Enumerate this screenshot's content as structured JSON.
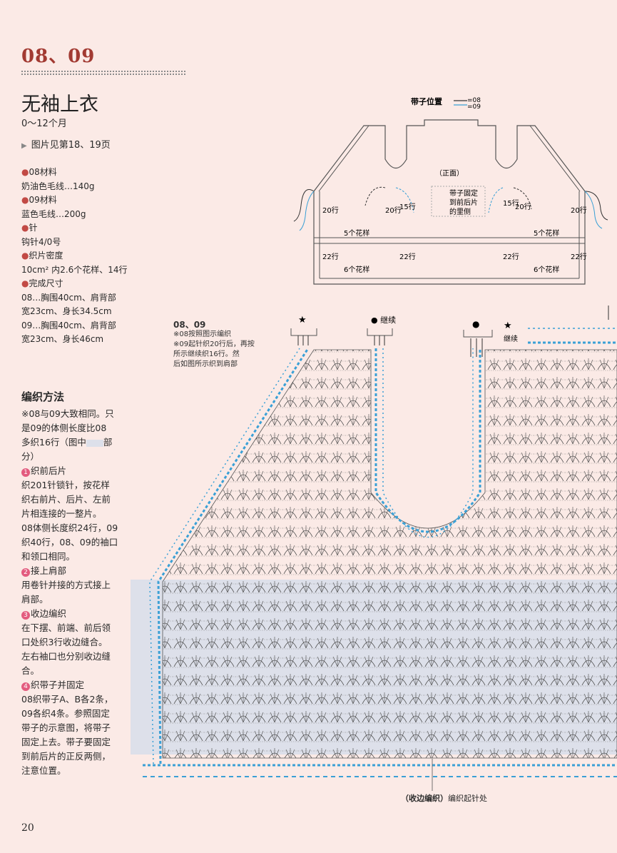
{
  "header": {
    "title_num": "08、09"
  },
  "product": {
    "title": "无袖上衣",
    "size": "0～12个月",
    "ref": "图片见第18、19页"
  },
  "materials": [
    {
      "bullet": true,
      "text": "08材料"
    },
    {
      "bullet": false,
      "text": "奶油色毛线…140g"
    },
    {
      "bullet": true,
      "text": "09材料"
    },
    {
      "bullet": false,
      "text": "蓝色毛线…200g"
    },
    {
      "bullet": true,
      "text": "针"
    },
    {
      "bullet": false,
      "text": "钩针4/0号"
    },
    {
      "bullet": true,
      "text": "织片密度"
    },
    {
      "bullet": false,
      "text": "10cm² 内2.6个花样、14行"
    },
    {
      "bullet": true,
      "text": "完成尺寸"
    },
    {
      "bullet": false,
      "text": "08…胸围40cm、肩背部"
    },
    {
      "bullet": false,
      "text": "宽23cm、身长34.5cm"
    },
    {
      "bullet": false,
      "text": "09…胸围40cm、肩背部"
    },
    {
      "bullet": false,
      "text": "宽23cm、身长46cm"
    }
  ],
  "method": {
    "heading": "编织方法",
    "intro1": "※08与09大致相同。只",
    "intro2": "是09的体侧长度比08",
    "intro3a": "多织16行（图中",
    "intro3b": "部",
    "intro4": "分）",
    "step1_title": "织前后片",
    "step1_lines": [
      "织201针锁针，按花样",
      "织右前片、后片、左前",
      "片相连接的一整片。",
      "08体侧长度织24行，09",
      "织40行，08、09的袖口",
      "和领口相同。"
    ],
    "step2_title": "接上肩部",
    "step2_lines": [
      "用卷针并接的方式接上",
      "肩部。"
    ],
    "step3_title": "收边编织",
    "step3_lines": [
      "在下摆、前端、前后领",
      "口处织3行收边缝合。",
      "左右袖口也分别收边缝",
      "合。"
    ],
    "step4_title": "织带子并固定",
    "step4_lines": [
      "08织带子A、B各2条，",
      "09各织4条。参照固定",
      "带子的示意图，将带子",
      "固定上去。带子要固定",
      "到前后片的正反两侧，",
      "注意位置。"
    ],
    "num1": "1",
    "num2": "2",
    "num3": "3",
    "num4": "4"
  },
  "diagram": {
    "legend_title": "带子位置",
    "legend_08": "=08",
    "legend_09": "=09",
    "front": "（正面）",
    "note1": "带子固定",
    "note2": "到前后片",
    "note3": "的里侧",
    "rows20": "20行",
    "rows15": "15行",
    "rows22": "22行",
    "pat5": "5个花样",
    "pat6": "6个花样"
  },
  "chart": {
    "label": "08、09",
    "note1": "※08按照图示编织",
    "note2": "※09起针织20行后，再按",
    "note3": "所示继续织16行。然",
    "note4": "后如图所示织到肩部",
    "star": "★",
    "dot_continue": "● 继续",
    "dot": "●",
    "star_continue": "★",
    "continue": "继续",
    "bottom_a": "（收边编织）",
    "bottom_b": "编织起针处"
  },
  "page_number": "20",
  "colors": {
    "pink": "#fbeae6",
    "blue": "#3aa0d6",
    "title": "#a23a32",
    "shade": "#dde0ea"
  }
}
